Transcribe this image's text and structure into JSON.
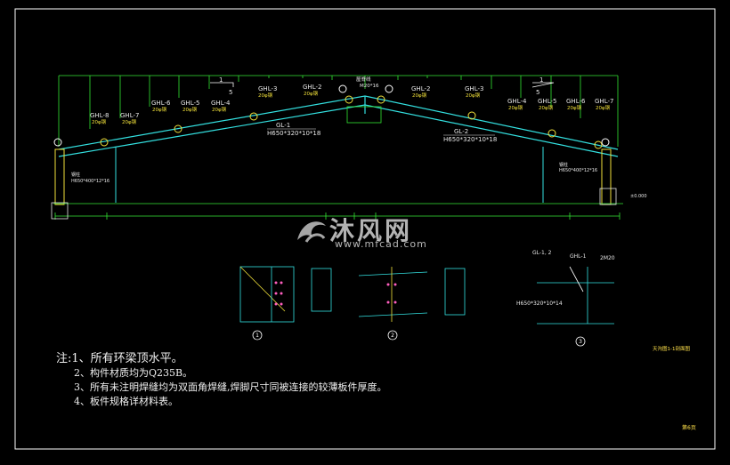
{
  "drawing": {
    "labels": {
      "ghl_8": "GHL-8",
      "ghl_7": "GHL-7",
      "ghl_6": "GHL-6",
      "ghl_5": "GHL-5",
      "ghl_4": "GHL-4",
      "ghl_3": "GHL-3",
      "ghl_2": "GHL-2",
      "purlin_spec": "20φ钢",
      "slope_num": "1",
      "slope_den": "5",
      "gl1": "GL-1",
      "gl1_spec": "H650*320*10*18",
      "gl2": "GL-2",
      "gl2_spec": "H650*320*10*18",
      "ridge_top": "屋脊线",
      "ridge_spec": "M20*16",
      "column_left": "钢柱",
      "column_left_spec": "H650*400*12*16",
      "column_right": "钢柱",
      "column_right_spec": "H650*400*12*16",
      "elev_right": "±0.000",
      "detail_gl": "GL-1, 2",
      "detail_ghl": "GHL-1",
      "detail_bolt": "2M20",
      "detail_spec": "H650*320*10*14",
      "detail_mark1": "1",
      "detail_mark2": "2",
      "detail_mark3": "3",
      "legend_right": "天沟图1-1剖面图",
      "sheet_no": "第6页"
    },
    "notes": [
      "注:1、所有环梁顶水平。",
      "2、构件材质均为Q235B。",
      "3、所有未注明焊缝均为双面角焊缝,焊脚尺寸同被连接的较薄板件厚度。",
      "4、板件规格详材料表。"
    ]
  },
  "watermark": {
    "cn": "沐风网",
    "en": "www.mfcad.com"
  },
  "colors": {
    "frame": "#ffffff",
    "structure": "#33e0e0",
    "dimension": "#34e634",
    "member": "#f2e13a",
    "bolt": "#ff5fbf",
    "text": "#e8e8e8",
    "notes": "#f0f0f0"
  }
}
